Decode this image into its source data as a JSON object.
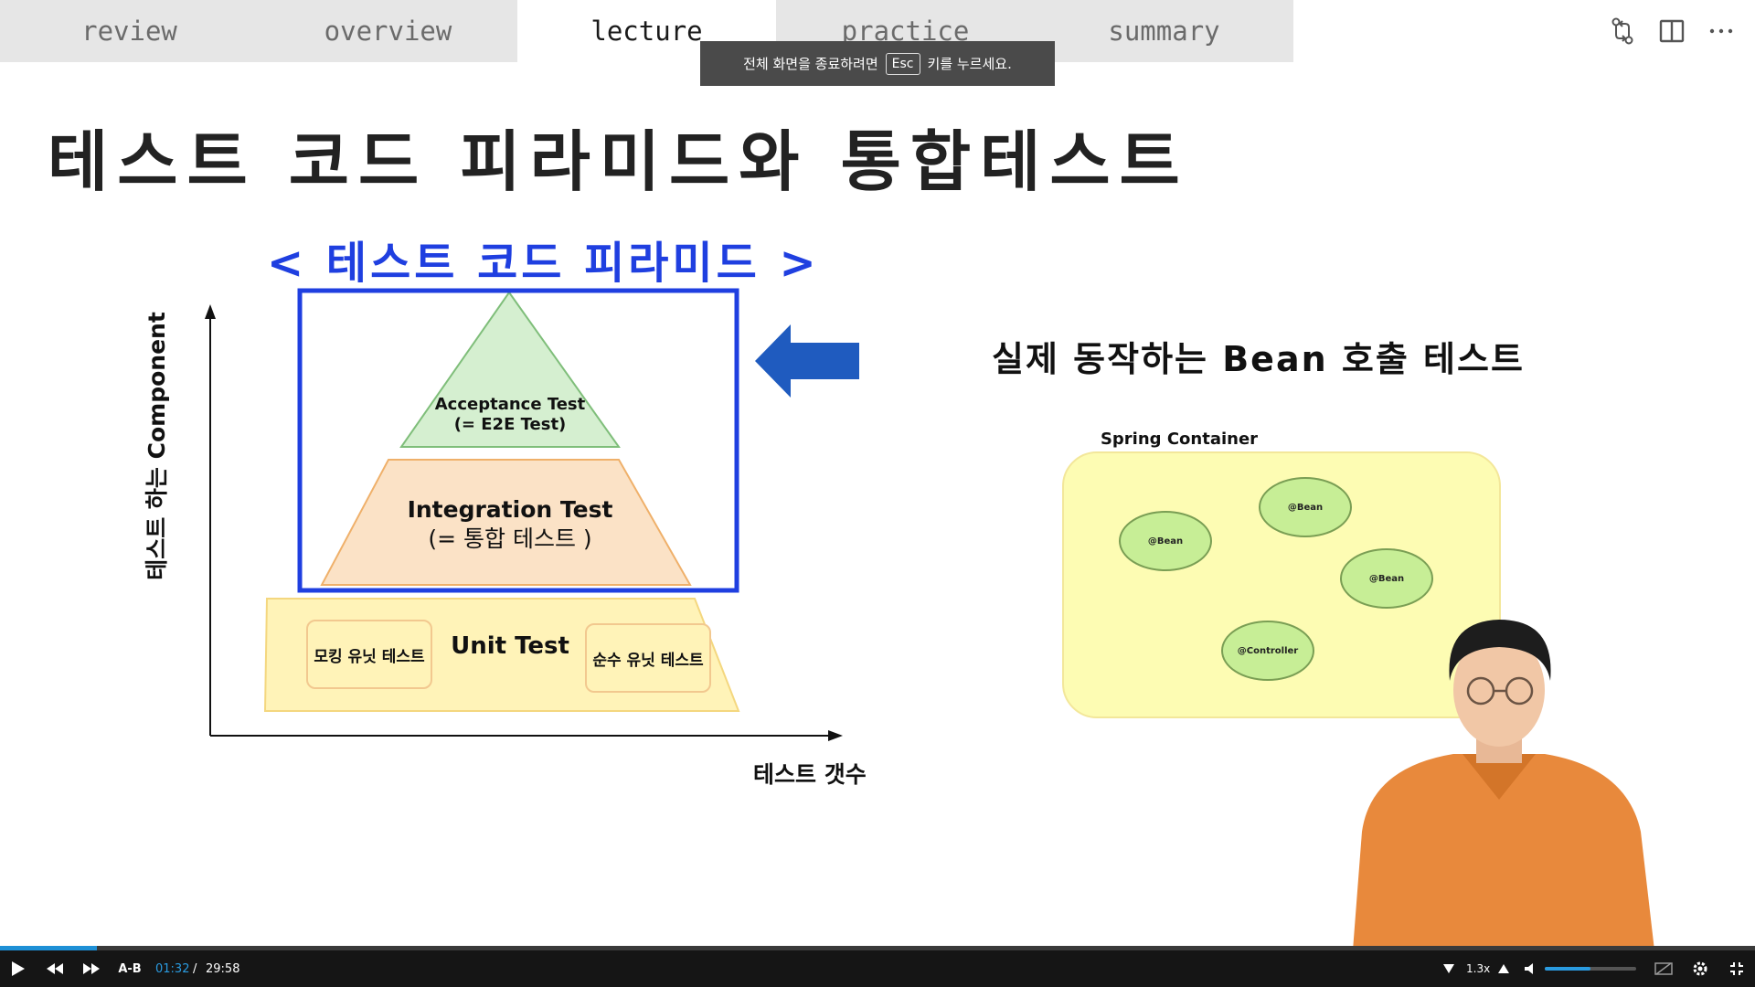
{
  "tabs": [
    {
      "label": "review",
      "active": false
    },
    {
      "label": "overview",
      "active": false
    },
    {
      "label": "lecture",
      "active": true
    },
    {
      "label": "practice",
      "active": false
    },
    {
      "label": "summary",
      "active": false
    }
  ],
  "top_icons": [
    "compare-changes-icon",
    "split-editor-icon",
    "more-actions-icon"
  ],
  "toast": {
    "before": "전체 화면을 종료하려면",
    "key": "Esc",
    "after": "키를 누르세요."
  },
  "slide": {
    "title": "테스트 코드 피라미드와 통합테스트",
    "diagram_title": "< 테스트 코드 피라미드 >",
    "y_axis": "테스트 하는 Component",
    "x_axis": "테스트 갯수",
    "acceptance": {
      "line1": "Acceptance Test",
      "line2": "(= E2E Test)"
    },
    "integration": {
      "line1": "Integration Test",
      "line2": "(= 통합 테스트 )"
    },
    "unit": {
      "label": "Unit Test",
      "left_box": "모킹 유닛 테스트",
      "right_box": "순수 유닛 테스트"
    },
    "right_heading": "실제 동작하는 Bean 호출 테스트",
    "spring": {
      "title": "Spring Container",
      "beans": [
        "@Bean",
        "@Bean",
        "@Bean",
        "@Controller"
      ]
    }
  },
  "colors": {
    "accent_blue": "#1f3fe0",
    "arrow_blue": "#1f5bbf",
    "acceptance_fill": "#d5efd0",
    "integration_fill": "#fbe2c6",
    "unit_fill": "#fff3b8",
    "bean_fill": "#c7ee96",
    "progress": "#1e90d6"
  },
  "player": {
    "current_time": "01:32",
    "separator": "/",
    "total_time": "29:58",
    "ab_label": "A-B",
    "speed": "1.3x",
    "progress": 0.055,
    "volume": 0.5
  }
}
